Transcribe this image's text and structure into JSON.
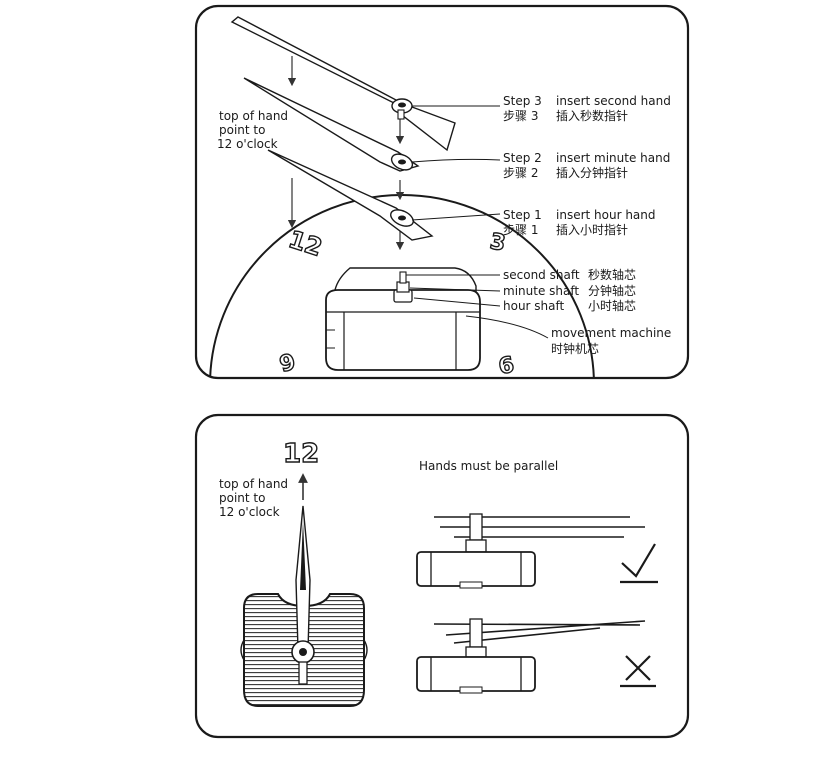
{
  "top_panel": {
    "hint": [
      "top of hand",
      "point to",
      "12 o'clock"
    ],
    "steps": [
      {
        "en_step": "Step 3",
        "en_text": "insert second hand",
        "cn_step": "步骤 3",
        "cn_text": "插入秒数指针"
      },
      {
        "en_step": "Step 2",
        "en_text": "insert minute hand",
        "cn_step": "步骤 2",
        "cn_text": "插入分钟指针"
      },
      {
        "en_step": "Step 1",
        "en_text": "insert hour hand",
        "cn_step": "步骤 1",
        "cn_text": "插入小时指针"
      }
    ],
    "shafts": [
      {
        "en": "second shaft",
        "cn": "秒数轴芯"
      },
      {
        "en": "minute shaft",
        "cn": "分钟轴芯"
      },
      {
        "en": "hour shaft",
        "cn": "小时轴芯"
      }
    ],
    "movement_en": "movement  machine",
    "movement_cn": "时钟机芯",
    "dial_numbers": [
      "12",
      "3",
      "6",
      "9"
    ]
  },
  "bottom_panel": {
    "hint": [
      "top of hand",
      "point to",
      "12 o'clock"
    ],
    "twelve": "12",
    "parallel_title": "Hands must be parallel",
    "correct_mark": "check-icon",
    "wrong_mark": "cross-icon"
  }
}
